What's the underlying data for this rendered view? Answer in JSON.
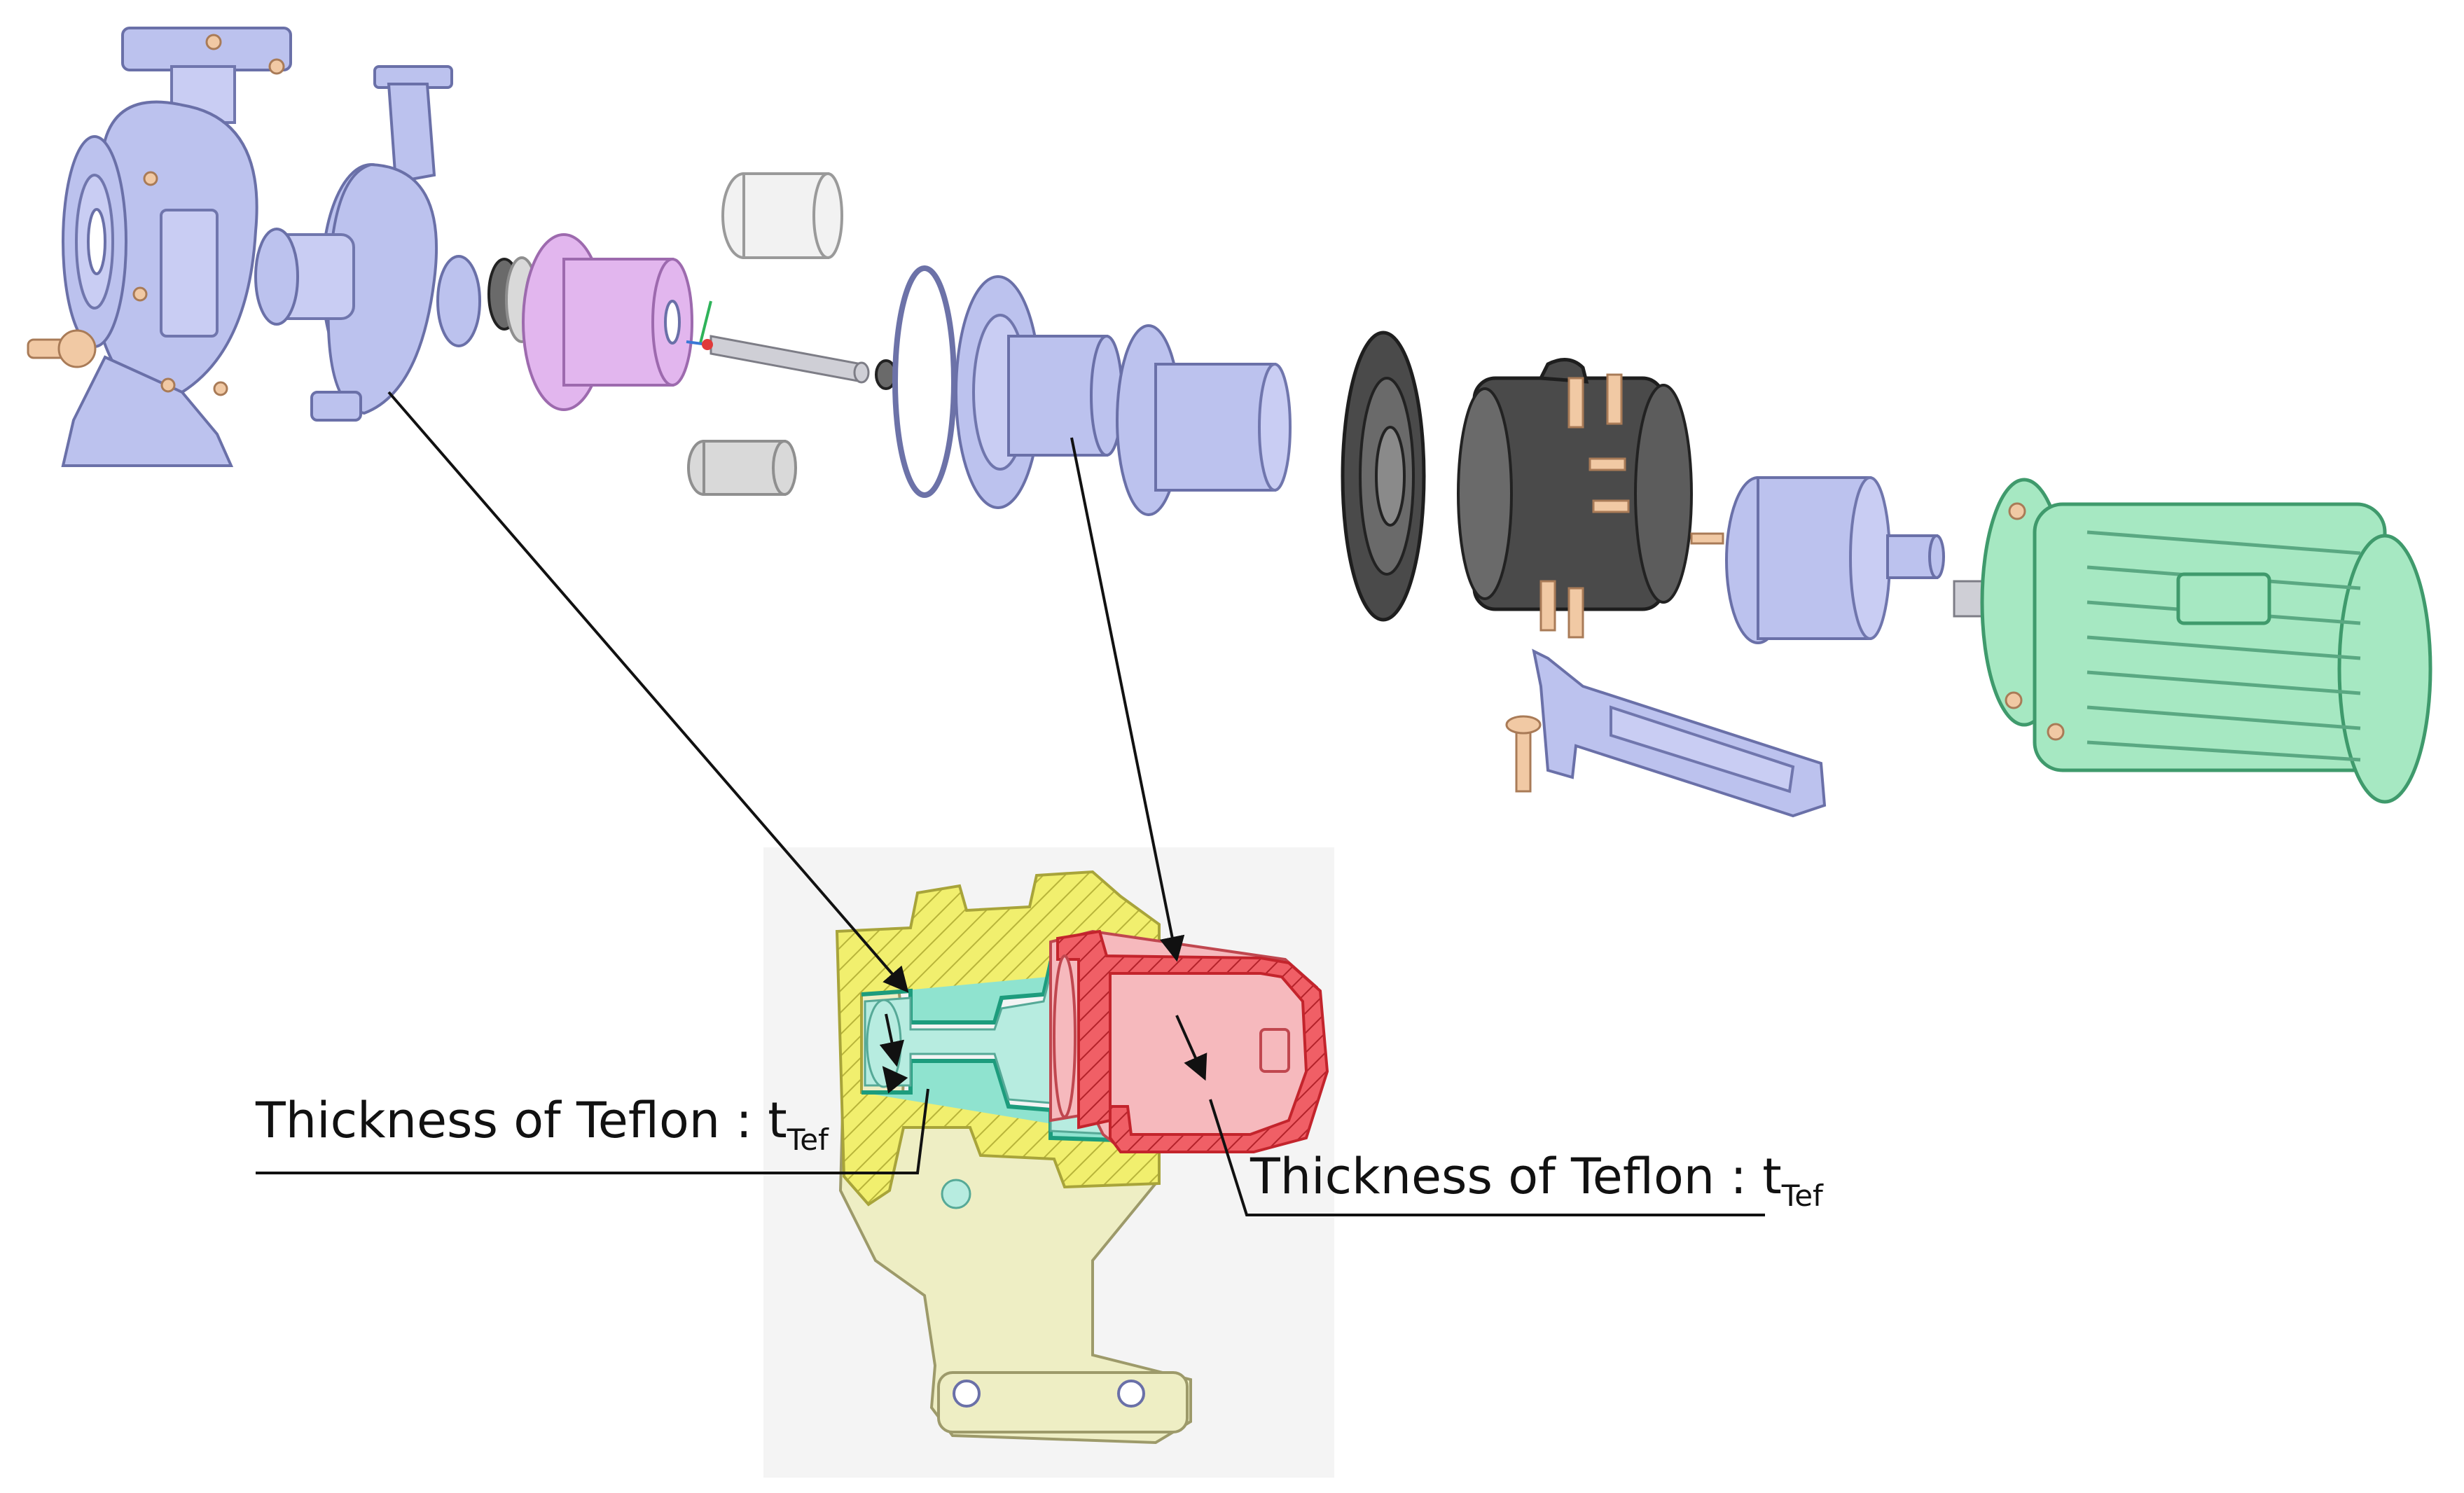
{
  "annotations": {
    "left": {
      "text": "Thickness of Teflon : t",
      "sub": "Tef"
    },
    "right": {
      "text": "Thickness of Teflon : t",
      "sub": "Tef"
    }
  }
}
